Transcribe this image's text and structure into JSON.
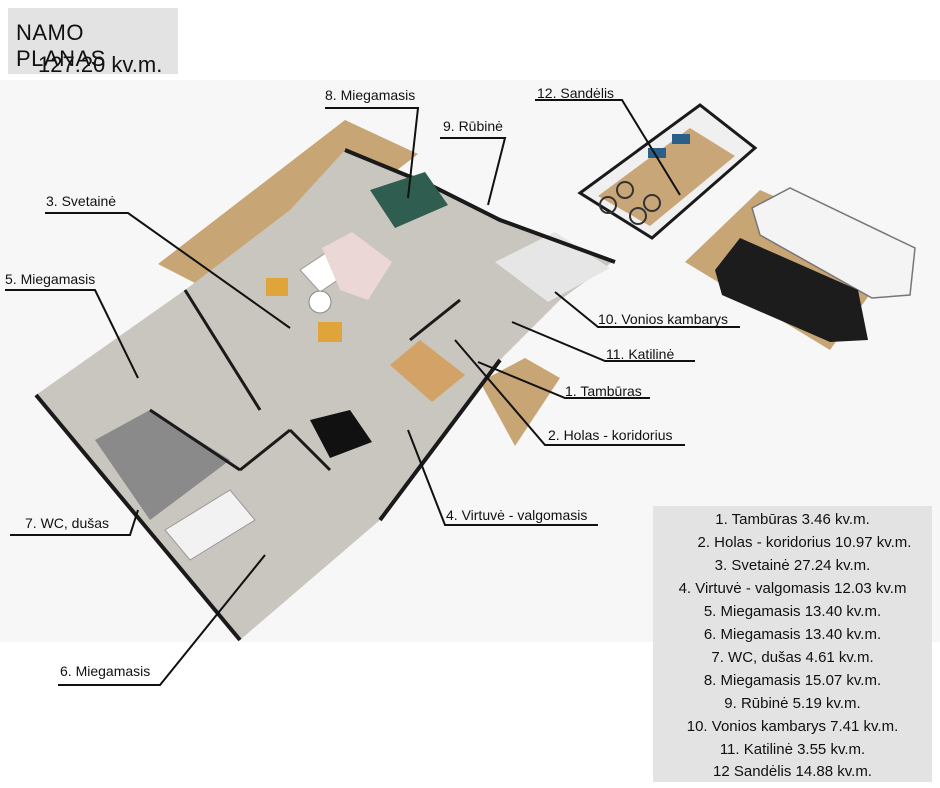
{
  "header": {
    "title": "NAMO PLANAS",
    "total_area": "127.20 kv.m."
  },
  "labels": {
    "l1": "1. Tambūras",
    "l2": "2. Holas - koridorius",
    "l3": "3. Svetainė",
    "l4": "4. Virtuvė - valgomasis",
    "l5": "5. Miegamasis",
    "l6": "6. Miegamasis",
    "l7": "7. WC, dušas",
    "l8": "8. Miegamasis",
    "l9": "9. Rūbinė",
    "l10": "10. Vonios kambarys",
    "l11": "11. Katilinė",
    "l12": "12. Sandėlis"
  },
  "legend": [
    "1. Tambūras 3.46 kv.m.",
    "2. Holas - koridorius 10.97 kv.m.",
    "3. Svetainė 27.24 kv.m.",
    "4. Virtuvė - valgomasis 12.03 kv.m",
    "5. Miegamasis 13.40 kv.m.",
    "6. Miegamasis 13.40 kv.m.",
    "7. WC, dušas 4.61 kv.m.",
    "8. Miegamasis 15.07 kv.m.",
    "9. Rūbinė 5.19 kv.m.",
    "10. Vonios kambarys 7.41 kv.m.",
    "11. Katilinė 3.55 kv.m.",
    "12 Sandėlis 14.88 kv.m."
  ],
  "colors": {
    "floor": "#c9c5bf",
    "deck": "#c8a574",
    "wall": "#1a1a1a",
    "panel": "#e3e3e3",
    "leader": "#111111"
  }
}
